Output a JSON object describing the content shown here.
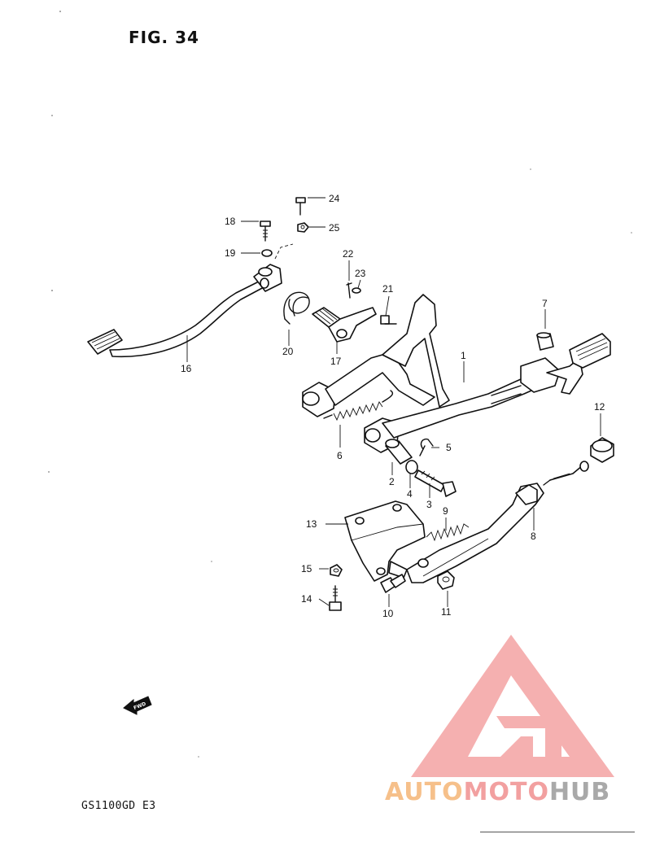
{
  "figure": {
    "title": "FIG. 34",
    "model_code": "GS1100GD E3",
    "fwd_label": "FWD"
  },
  "callouts": [
    "1",
    "2",
    "3",
    "4",
    "5",
    "6",
    "7",
    "8",
    "9",
    "10",
    "11",
    "12",
    "13",
    "14",
    "15",
    "16",
    "17",
    "18",
    "19",
    "20",
    "21",
    "22",
    "23",
    "24",
    "25"
  ],
  "watermark": {
    "part_a": "AUTO",
    "part_b": "MOTO",
    "part_c": "HUB",
    "color_a": "#f6c08a",
    "color_b": "#f2a0a0",
    "color_c": "#a9a9a9",
    "logo_color": "#f4a3a3"
  }
}
